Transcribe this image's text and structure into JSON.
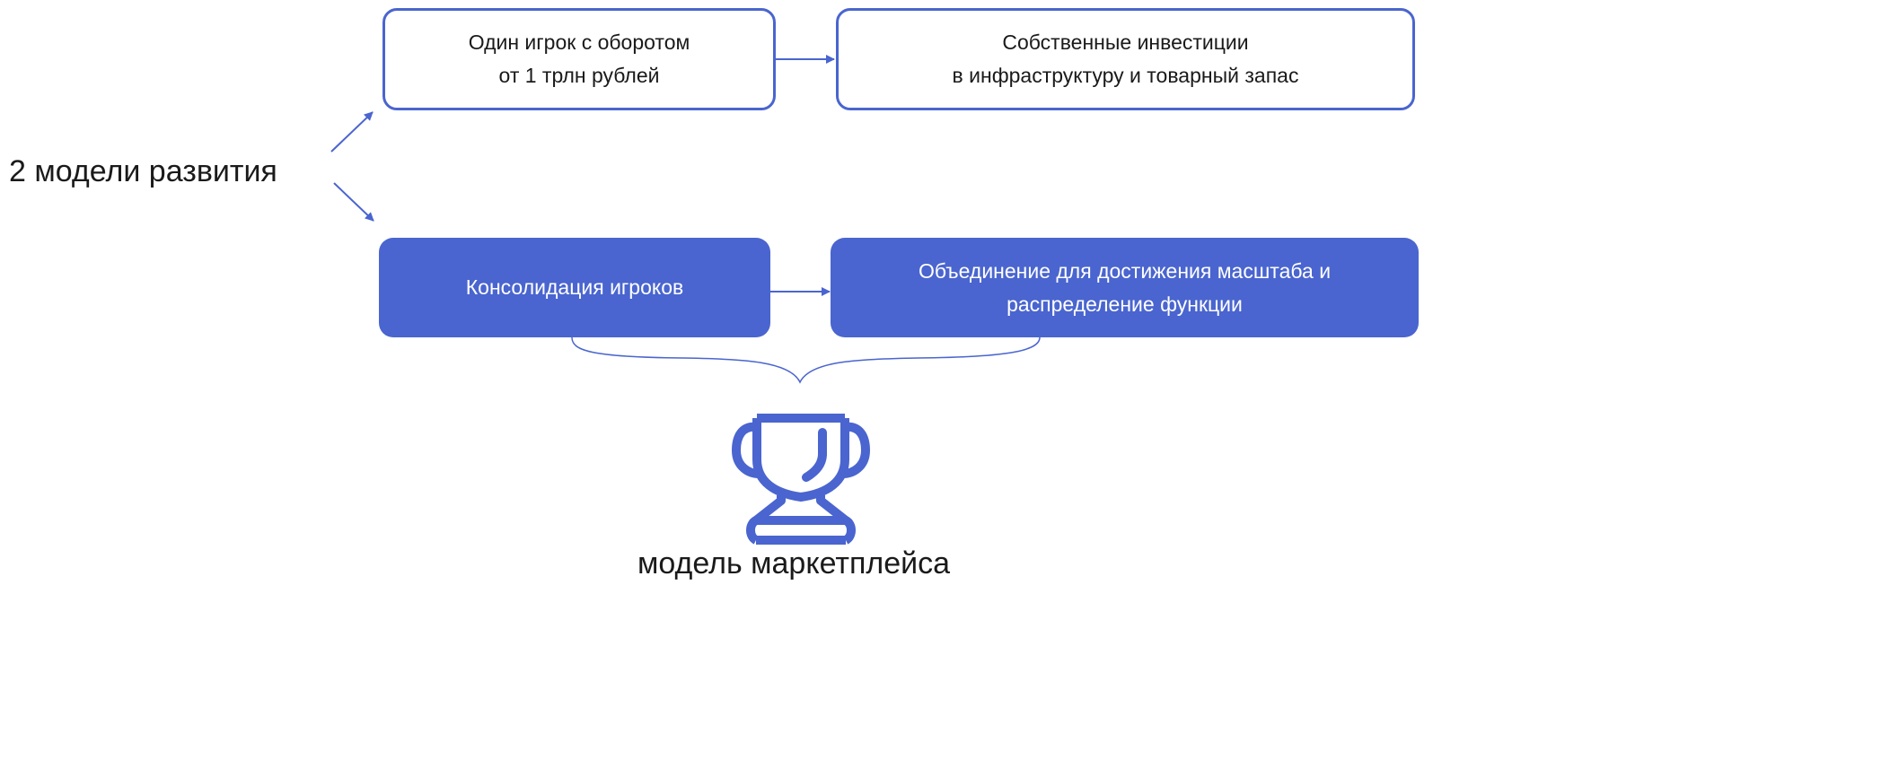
{
  "title": "2 модели развития",
  "models": [
    {
      "box": "Один игрок с оборотом\nот 1 трлн рублей",
      "result": "Собственные инвестиции\nв инфраструктуру и товарный запас",
      "style": "outline"
    },
    {
      "box": "Консолидация игроков",
      "result": "Объединение для достижения масштаба и\nраспределение функции",
      "style": "filled"
    }
  ],
  "outcome": {
    "label": "модель маркетплейса",
    "icon": "trophy-icon"
  },
  "colors": {
    "accent": "#4a65cf",
    "text": "#1a1a1a",
    "text_on_accent": "#ffffff",
    "background": "#ffffff"
  }
}
